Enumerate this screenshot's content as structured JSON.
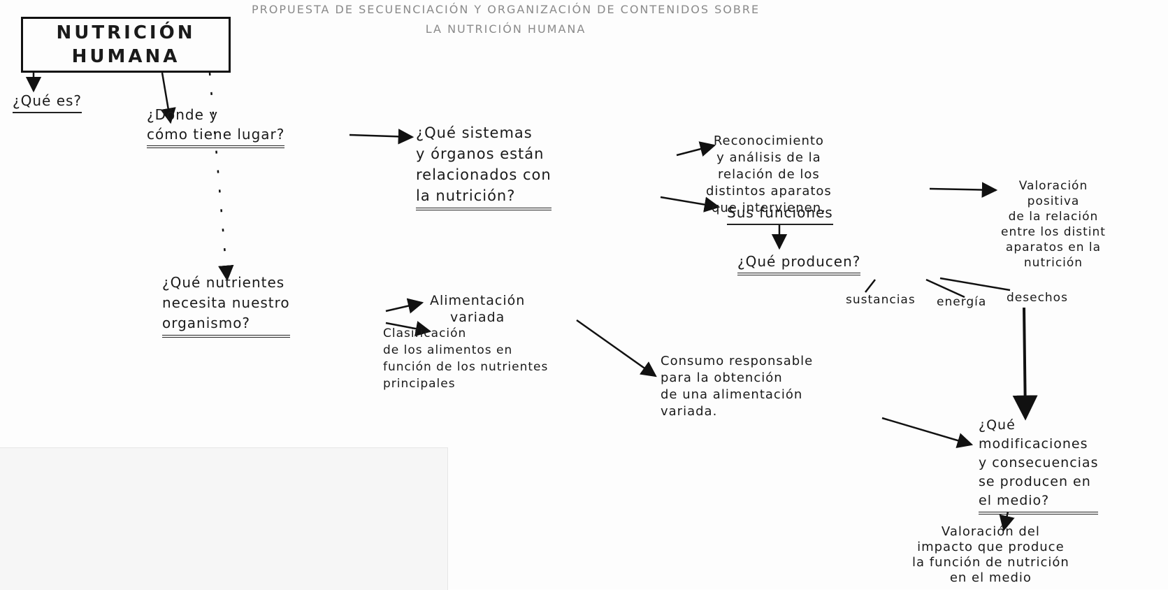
{
  "header_text": "PROPUESTA DE SECUENCIACIÓN Y ORGANIZACIÓN DE CONTENIDOS SOBRE\nLA NUTRICIÓN HUMANA",
  "nodes": {
    "root": "NUTRICIÓN\nHUMANA",
    "que_es": "¿Qué es?",
    "donde_como": "¿Dónde y\ncómo tiene lugar?",
    "sistemas_organos": "¿Qué sistemas\ny órganos están\nrelacionados con\nla nutrición?",
    "reconocimiento": "Reconocimiento\ny análisis de la\nrelación de los\ndistintos aparatos\nque intervienen.",
    "sus_funciones": "Sus funciones",
    "que_producen": "¿Qué producen?",
    "sustancias": "sustancias",
    "energia": "energía",
    "desechos": "desechos",
    "valoracion_positiva": "Valoración\npositiva\nde la relación\nentre los distint\naparatos en la\nnutrición",
    "que_nutrientes": "¿Qué nutrientes\nnecesita nuestro\norganismo?",
    "alimentacion_variada": "Alimentación\nvariada",
    "clasificacion": "Clasificación\nde los alimentos en\nfunción de los nutrientes\nprincipales",
    "consumo_responsable": "Consumo responsable\npara la obtención\nde una alimentación\nvariada.",
    "modificaciones": "¿Qué\nmodificaciones\ny consecuencias\nse producen en\nel medio?",
    "valoracion_impacto": "Valoración del\nimpacto que produce\nla función de nutrición\nen el medio"
  }
}
